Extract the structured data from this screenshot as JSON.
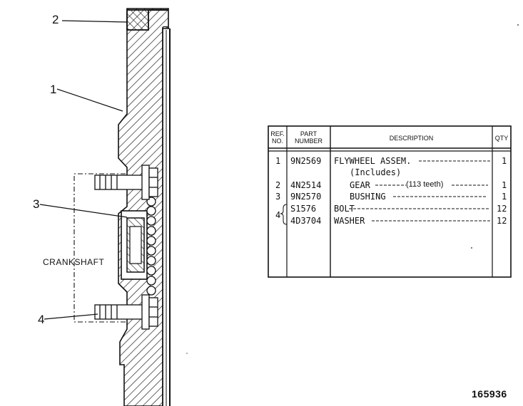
{
  "callouts": [
    "2",
    "1",
    "3",
    "4"
  ],
  "crankshaft_label": "CRANKSHAFT",
  "drawing_number": "165936",
  "parts_table": {
    "headers": {
      "ref": "REF.\nNO.",
      "part": "PART\nNUMBER",
      "description": "DESCRIPTION",
      "qty": "QTY"
    },
    "rows": [
      {
        "ref": "1",
        "part": "9N2569",
        "description": "FLYWHEEL ASSEM.",
        "qty": "1"
      },
      {
        "ref": "",
        "part": "",
        "description": "(Includes)",
        "qty": ""
      },
      {
        "ref": "2",
        "part": "4N2514",
        "description": "GEAR",
        "note": "(113 teeth)",
        "qty": "1"
      },
      {
        "ref": "3",
        "part": "9N2570",
        "description": "BUSHING",
        "qty": "1"
      },
      {
        "ref": "4",
        "part": "S1576",
        "description": "BOLT",
        "qty": "12"
      },
      {
        "ref": "",
        "part": "4D3704",
        "description": "WASHER",
        "qty": "12"
      }
    ]
  }
}
